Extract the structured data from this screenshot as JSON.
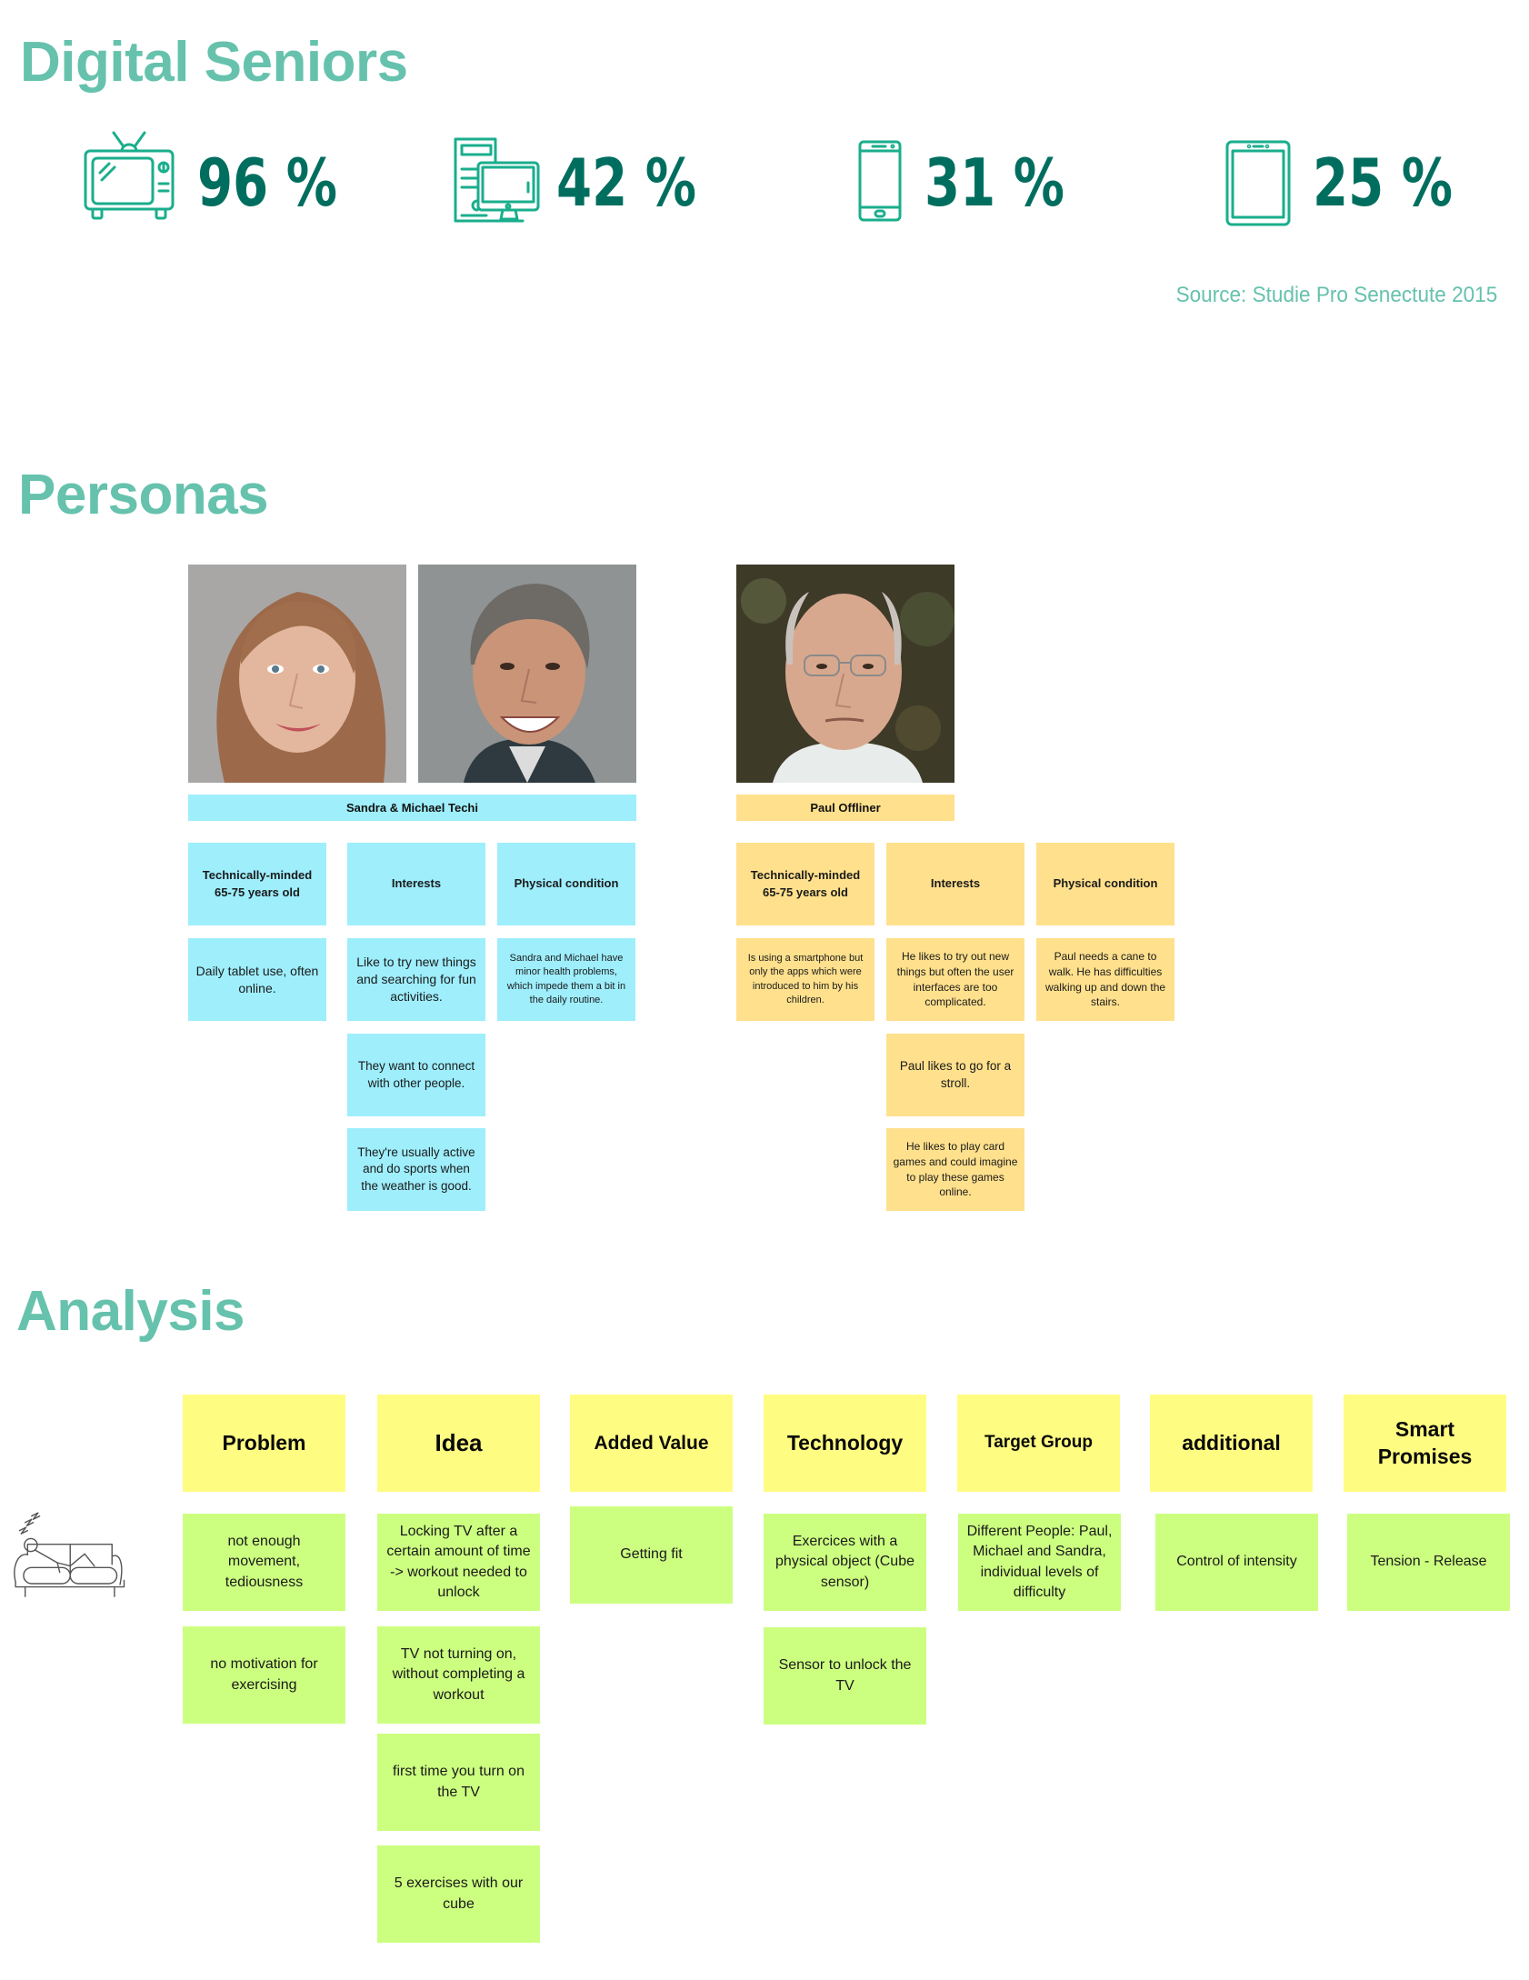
{
  "digital_seniors": {
    "title": "Digital Seniors",
    "stats": [
      {
        "icon": "tv-icon",
        "value": "96 %"
      },
      {
        "icon": "computer-icon",
        "value": "42 %"
      },
      {
        "icon": "smartphone-icon",
        "value": "31 %"
      },
      {
        "icon": "tablet-icon",
        "value": "25 %"
      }
    ],
    "source": "Source: Studie Pro Senectute 2015",
    "colors": {
      "title": "#66C2AD",
      "value": "#006E5F",
      "icon": "#1AAE8C"
    }
  },
  "personas": {
    "title": "Personas",
    "groups": [
      {
        "name": "Sandra & Michael Techi",
        "color": "#9EEEFC",
        "photos": [
          "sandra-photo",
          "michael-photo"
        ],
        "columns": [
          {
            "header": "Technically-minded 65-75 years old",
            "notes": [
              "Daily tablet use, often online."
            ]
          },
          {
            "header": "Interests",
            "notes": [
              "Like to try new things and searching for fun activities.",
              "They want to connect with other people.",
              "They're usually active and do sports when the weather is good."
            ]
          },
          {
            "header": "Physical condition",
            "notes": [
              "Sandra and Michael have minor health problems, which impede them a bit in the daily routine."
            ]
          }
        ]
      },
      {
        "name": "Paul Offliner",
        "color": "#FFE08C",
        "photos": [
          "paul-photo"
        ],
        "columns": [
          {
            "header": "Technically-minded 65-75 years old",
            "notes": [
              "Is using a smartphone but only the apps which were introduced to him by his children."
            ]
          },
          {
            "header": "Interests",
            "notes": [
              "He likes to try out new things but often the user interfaces are too complicated.",
              "Paul likes to go for a stroll.",
              "He likes to play card games and could imagine to play these games online."
            ]
          },
          {
            "header": "Physical condition",
            "notes": [
              "Paul needs a cane to walk. He has difficulties walking up and down the stairs."
            ]
          }
        ]
      }
    ]
  },
  "analysis": {
    "title": "Analysis",
    "illustration": "sleeping-on-sofa-icon",
    "colors": {
      "header": "#FFFC82",
      "note": "#CCFF80"
    },
    "columns": [
      {
        "header": "Problem",
        "notes": [
          "not enough movement, tediousness",
          "no motivation for exercising"
        ]
      },
      {
        "header": "Idea",
        "notes": [
          "Locking TV after a certain amount of time -> workout needed to unlock",
          "TV not turning on, without completing a workout",
          "first time you turn on the TV",
          "5 exercises with our cube"
        ]
      },
      {
        "header": "Added Value",
        "notes": [
          "Getting fit"
        ]
      },
      {
        "header": "Technology",
        "notes": [
          "Exercices with a physical object (Cube sensor)",
          "Sensor to unlock the TV"
        ]
      },
      {
        "header": "Target Group",
        "notes": [
          "Different People: Paul, Michael and Sandra, individual levels of difficulty"
        ]
      },
      {
        "header": "additional",
        "notes": [
          "Control of intensity"
        ]
      },
      {
        "header": "Smart Promises",
        "notes": [
          "Tension - Release"
        ]
      }
    ]
  }
}
